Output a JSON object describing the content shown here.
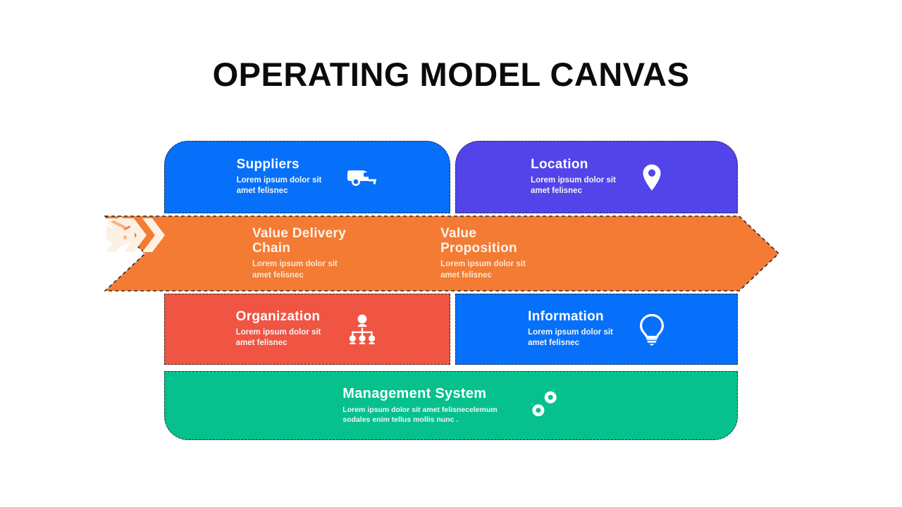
{
  "page": {
    "title": "OPERATING MODEL CANVAS",
    "background": "#ffffff"
  },
  "colors": {
    "suppliers": "#0670fb",
    "location": "#5244e8",
    "value_band": "#f47b33",
    "organization": "#f05442",
    "information": "#0670fb",
    "management": "#06c18d",
    "title_text": "#0b0b0b",
    "card_text": "#ffffff"
  },
  "blocks": {
    "suppliers": {
      "title": "Suppliers",
      "subtitle": "Lorem ipsum dolor sit\namet felisnec",
      "icon": "caravan-trailer-icon"
    },
    "location": {
      "title": "Location",
      "subtitle": "Lorem ipsum dolor sit\namet felisnec",
      "icon": "map-pin-icon"
    },
    "value_delivery_chain": {
      "title": "Value Delivery\nChain",
      "subtitle": "Lorem ipsum dolor sit\namet felisnec",
      "icon": "none"
    },
    "value_proposition": {
      "title": "Value\nProposition",
      "subtitle": "Lorem ipsum dolor sit\namet felisnec",
      "icon": "package-box-icon"
    },
    "organization": {
      "title": "Organization",
      "subtitle": "Lorem ipsum dolor sit\namet felisnec",
      "icon": "org-chart-icon"
    },
    "information": {
      "title": "Information",
      "subtitle": "Lorem ipsum dolor sit\namet felisnec",
      "icon": "lightbulb-icon"
    },
    "management_system": {
      "title": "Management System",
      "subtitle": "Lorem ipsum dolor sit amet felisnecelemum\nsodales enim tellus mollis nunc .",
      "icon": "gears-icon"
    },
    "flow_arrow": {
      "icon": "triple-chevron-right-icon",
      "direction": "right"
    }
  }
}
